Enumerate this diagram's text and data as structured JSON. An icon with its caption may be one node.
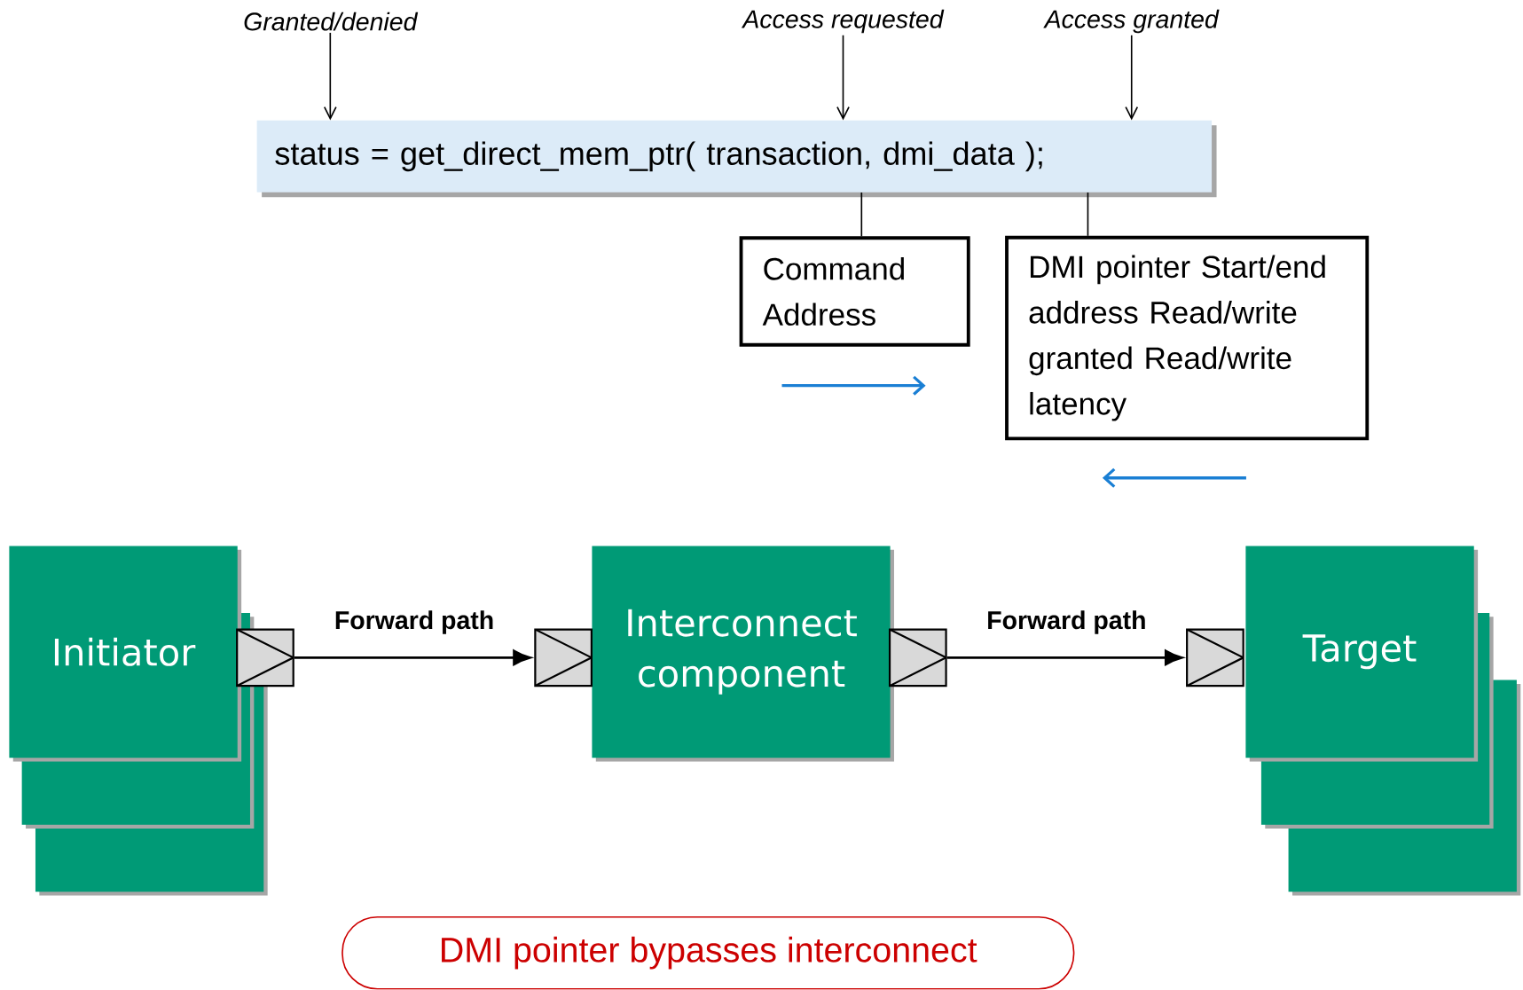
{
  "diagram": {
    "nodes": [
      {
        "text": [
          "status = get_direct_mem_ptr( transaction,  dmi_data );"
        ]
      },
      {
        "text": [
          "Granted/denied"
        ]
      },
      {
        "text": [
          "Access requested"
        ]
      },
      {
        "text": [
          "Access granted"
        ]
      },
      {
        "text": [
          "Command Address"
        ]
      },
      {
        "text": [
          "DMI pointer Start/end address Read/write granted Read/write latency"
        ]
      },
      {
        "text": [
          "Initiator"
        ]
      },
      {
        "text": [
          "Interconnect component"
        ]
      },
      {
        "text": [
          "Target"
        ]
      },
      {
        "text": [],
        "shape": "box"
      },
      {
        "text": [],
        "shape": "box"
      },
      {
        "text": [],
        "shape": "box"
      },
      {
        "text": [],
        "shape": "box"
      },
      {
        "text": [
          "DMI pointer bypasses interconnect"
        ]
      }
    ],
    "edges": [
      {
        "from": 1,
        "to": 0,
        "arrow": "to"
      },
      {
        "from": 2,
        "to": 0,
        "arrow": "to"
      },
      {
        "from": 3,
        "to": 0,
        "arrow": "to"
      },
      {
        "from": 0,
        "to": 4,
        "arrow": "none"
      },
      {
        "from": 0,
        "to": 5,
        "arrow": "none"
      },
      {
        "from": 9,
        "to": 10,
        "arrow": "to",
        "label": "Forward path"
      },
      {
        "from": 11,
        "to": 12,
        "arrow": "to",
        "label": "Forward path"
      }
    ]
  }
}
